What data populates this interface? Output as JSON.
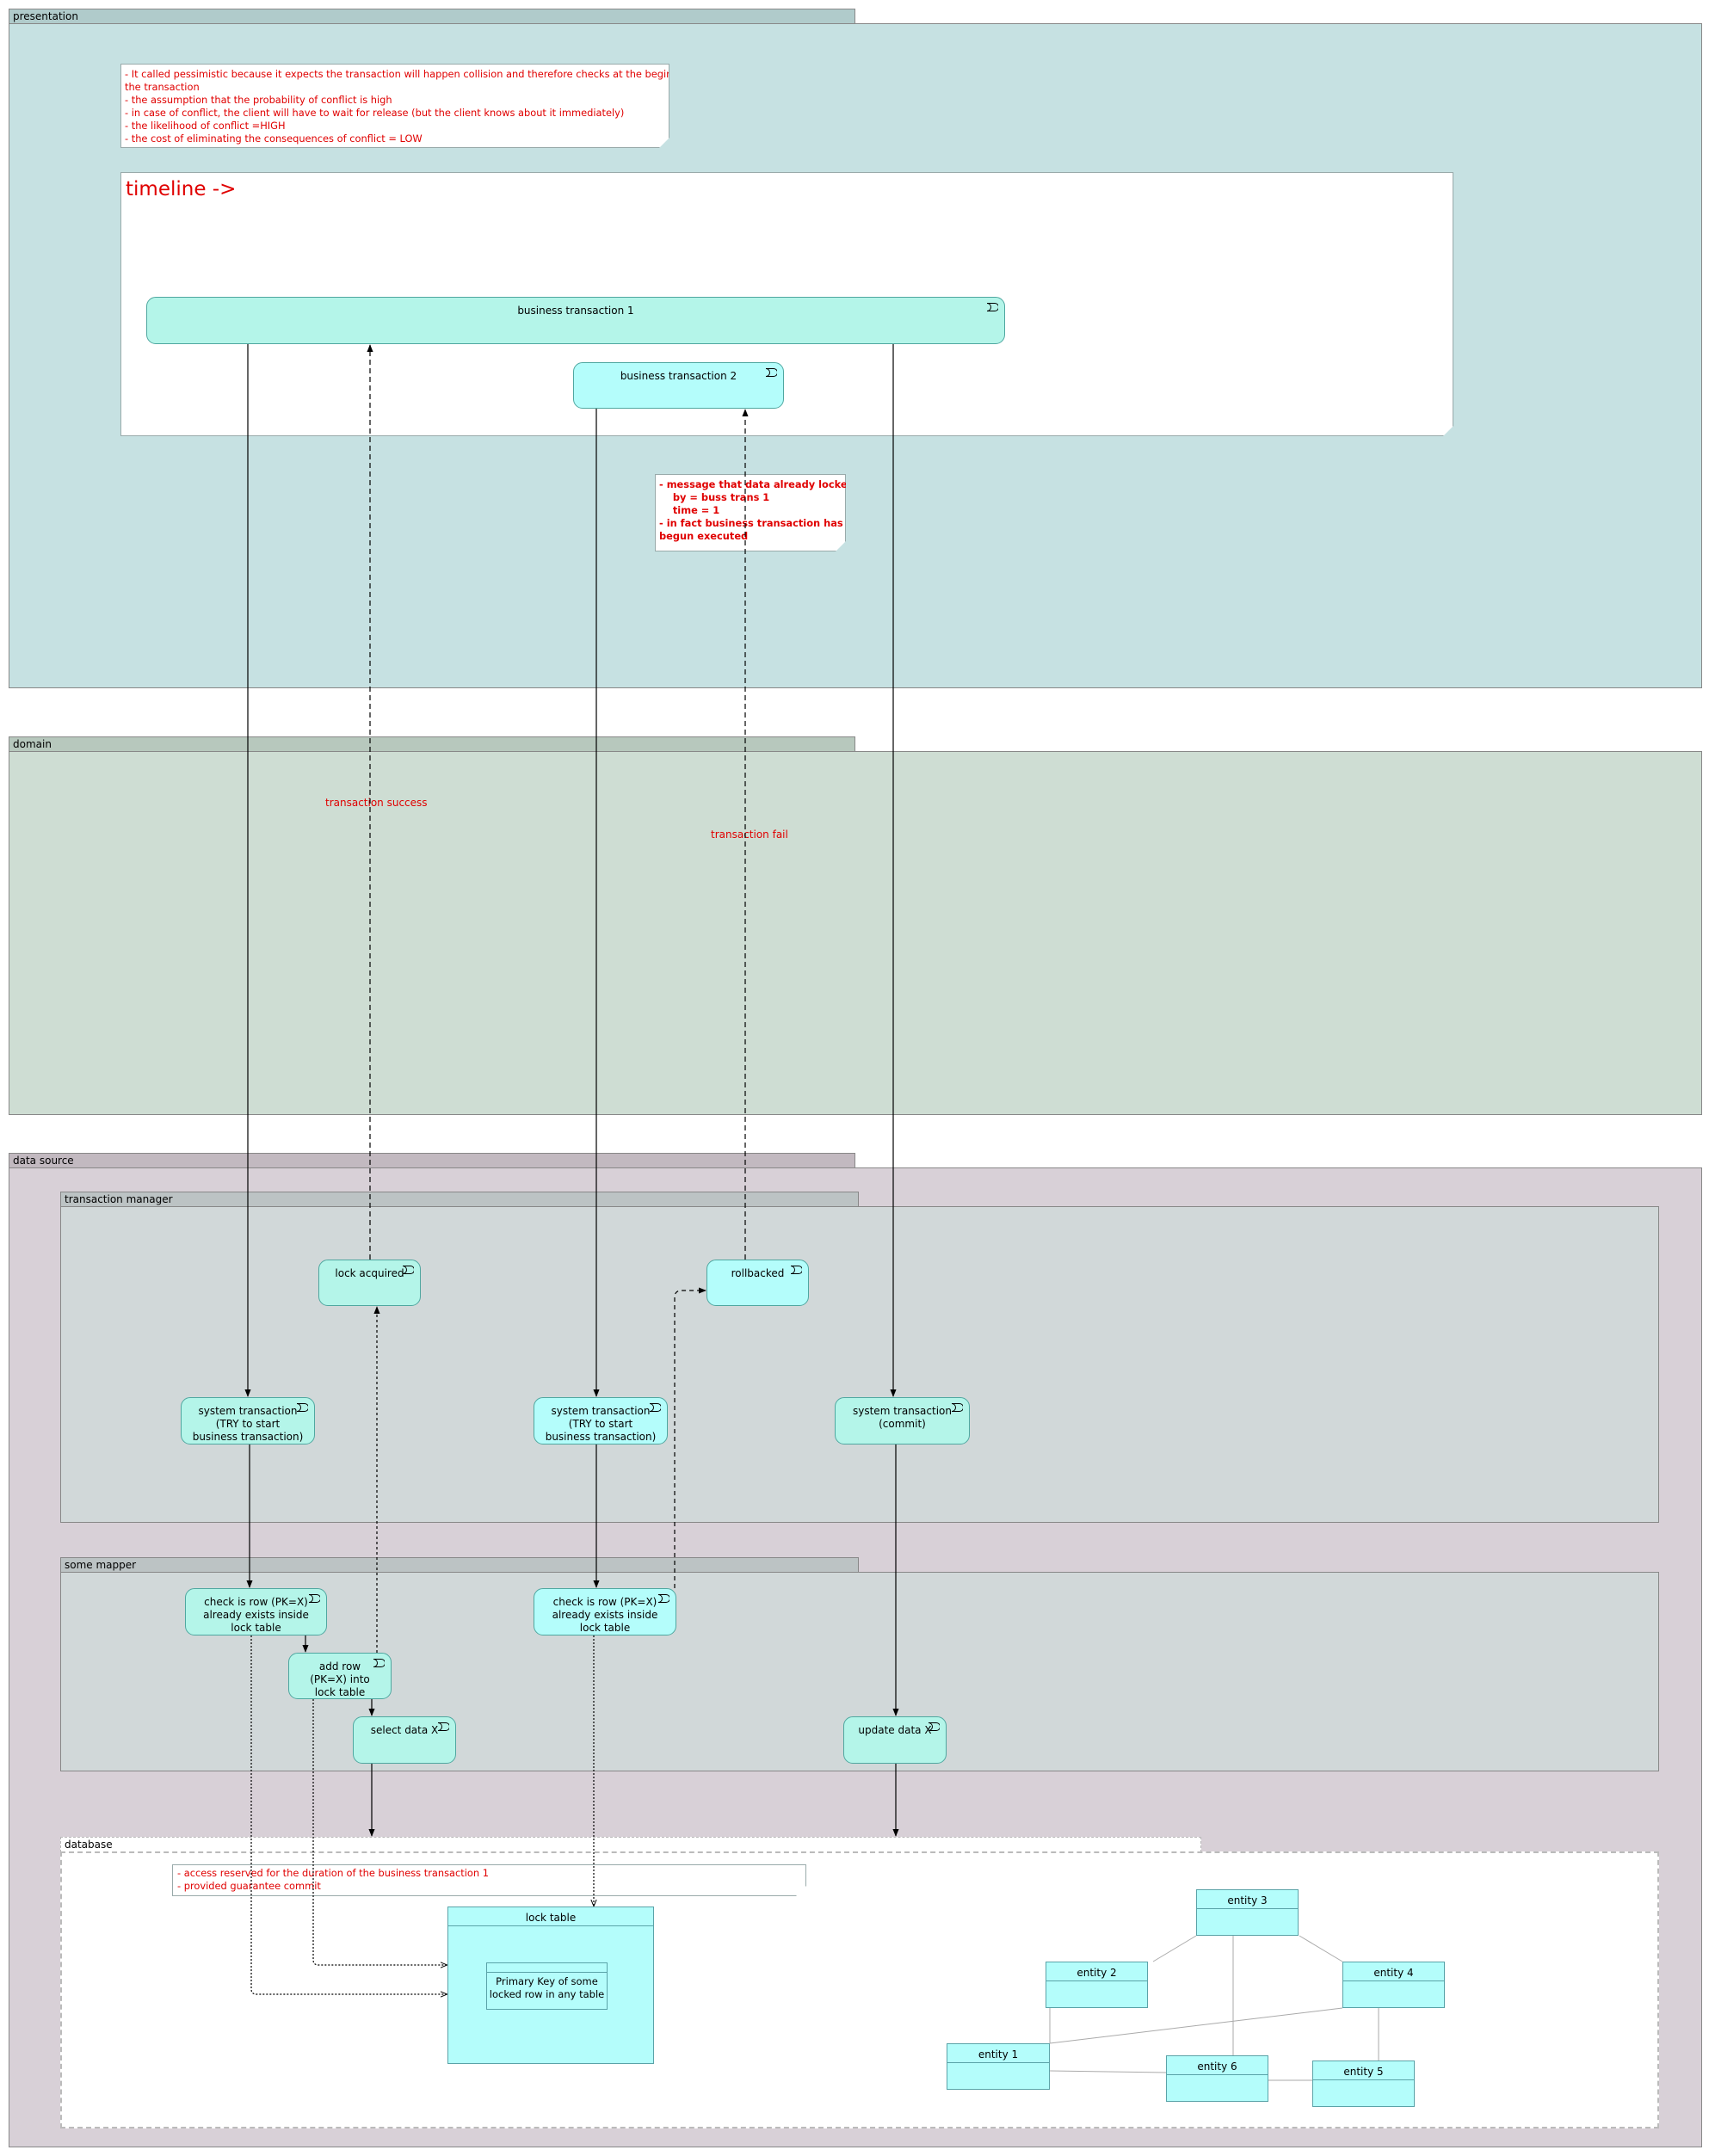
{
  "groups": {
    "presentation": "presentation",
    "domain": "domain",
    "data_source": "data source",
    "transaction_manager": "transaction manager",
    "some_mapper": "some mapper",
    "database": "database"
  },
  "notes": {
    "intro": [
      "- It called pessimistic because it expects the transaction will happen collision and therefore checks at the beginning of",
      "the transaction",
      "- the assumption that the probability of conflict is high",
      "- in case of conflict, the client will have to wait for release (but the client knows about it immediately)",
      "- the likelihood of conflict =HIGH",
      "- the cost of eliminating the consequences of conflict = LOW"
    ],
    "timeline": "timeline ->",
    "lock_message": [
      "- message that data already locked",
      "    by = buss trans 1",
      "    time = 1",
      "- in fact business transaction has not",
      "begun executed"
    ],
    "database": [
      "- access reserved for the duration of the business transaction 1",
      "- provided guarantee commit"
    ]
  },
  "elements": {
    "business_transaction_1": [
      "business transaction 1"
    ],
    "business_transaction_2": [
      "business transaction 2"
    ],
    "lock_acquired": [
      "lock acquired"
    ],
    "rollbacked": [
      "rollbacked"
    ],
    "system_transaction_1": [
      "system transaction",
      "(TRY to start",
      "business transaction)"
    ],
    "system_transaction_2": [
      "system transaction",
      "(TRY to start",
      "business transaction)"
    ],
    "system_transaction_commit": [
      "system transaction",
      "(commit)"
    ],
    "check_row_1": [
      "check  is row (PK=X)",
      "already exists inside",
      "lock table"
    ],
    "check_row_2": [
      "check  is row (PK=X)",
      "already exists inside",
      "lock table"
    ],
    "add_row": [
      "add row",
      "(PK=X) into",
      "lock table"
    ],
    "select_data": [
      "select data X"
    ],
    "update_data": [
      "update data X"
    ]
  },
  "flow_labels": {
    "success": "transaction success",
    "fail": "transaction fail"
  },
  "database": {
    "lock_table": "lock table",
    "lock_table_attr": [
      "Primary Key of some",
      "locked row in any table"
    ],
    "entities": [
      "entity 1",
      "entity 2",
      "entity 3",
      "entity 4",
      "entity 5",
      "entity 6"
    ]
  },
  "colors": {
    "presentation_bg": "#c6e1e2",
    "presentation_tab": "#b0cbcb",
    "domain_bg": "#ceddd3",
    "domain_tab": "#b7c8bd",
    "datasource_bg": "#d8d0d7",
    "datasource_tab": "#c2b9c0",
    "inner_bg": "#d1d8d9",
    "inner_tab": "#bcc3c4",
    "service_mint": "#b4f5e9",
    "service_cyan": "#b4fdfb",
    "note_text": "#e00000"
  }
}
